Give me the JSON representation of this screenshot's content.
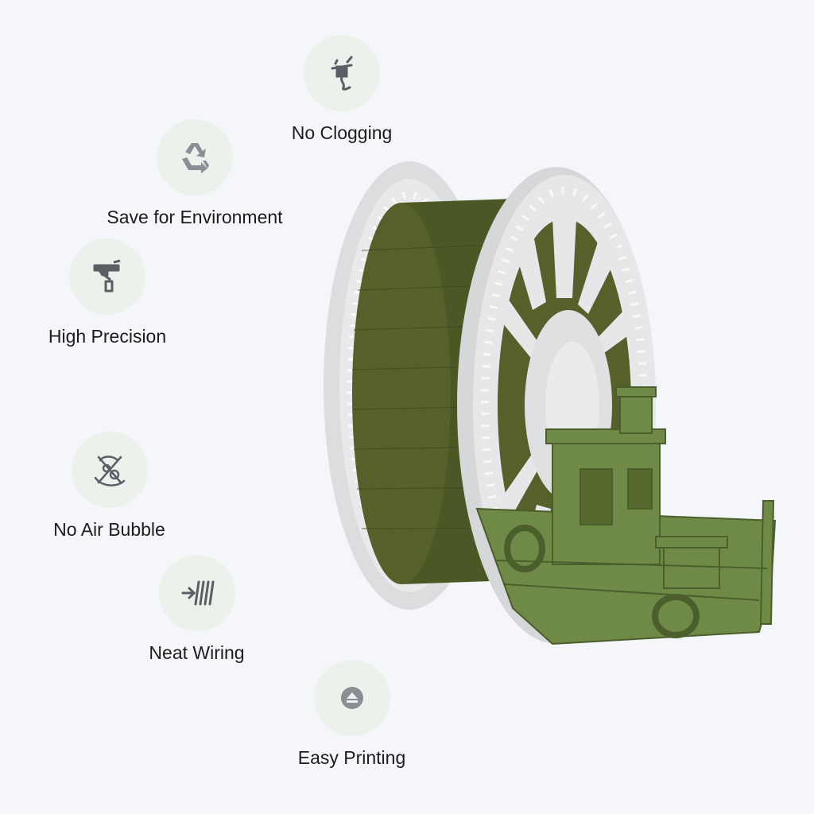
{
  "features": [
    {
      "label": "No Clogging",
      "icon": "clog-icon"
    },
    {
      "label": "Save for Environment",
      "icon": "recycle-icon"
    },
    {
      "label": "High Precision",
      "icon": "caliper-icon"
    },
    {
      "label": "No Air Bubble",
      "icon": "no-bubble-icon"
    },
    {
      "label": "Neat Wiring",
      "icon": "wiring-icon"
    },
    {
      "label": "Easy Printing",
      "icon": "eject-icon"
    }
  ],
  "colors": {
    "filament": "#4f5a28",
    "spool": "#e2e3e4",
    "boat": "#6f8a46",
    "icon": "#5a5f66",
    "icon_bg": "#edf1ec"
  }
}
